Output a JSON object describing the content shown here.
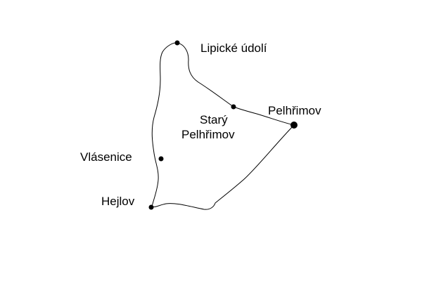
{
  "map": {
    "route_color": "#000000",
    "background": "#ffffff",
    "places": [
      {
        "id": "lipicke-udoli",
        "name": "Lipické údolí",
        "marker": "small-dot"
      },
      {
        "id": "stary-pelhrimov",
        "name_lines": [
          "Starý",
          "Pelhřimov"
        ],
        "marker": "small-dot"
      },
      {
        "id": "pelhrimov",
        "name": "Pelhřimov",
        "marker": "large-dot"
      },
      {
        "id": "vlasenice",
        "name": "Vlásenice",
        "marker": "small-dot"
      },
      {
        "id": "hejlov",
        "name": "Hejlov",
        "marker": "small-dot"
      }
    ]
  }
}
